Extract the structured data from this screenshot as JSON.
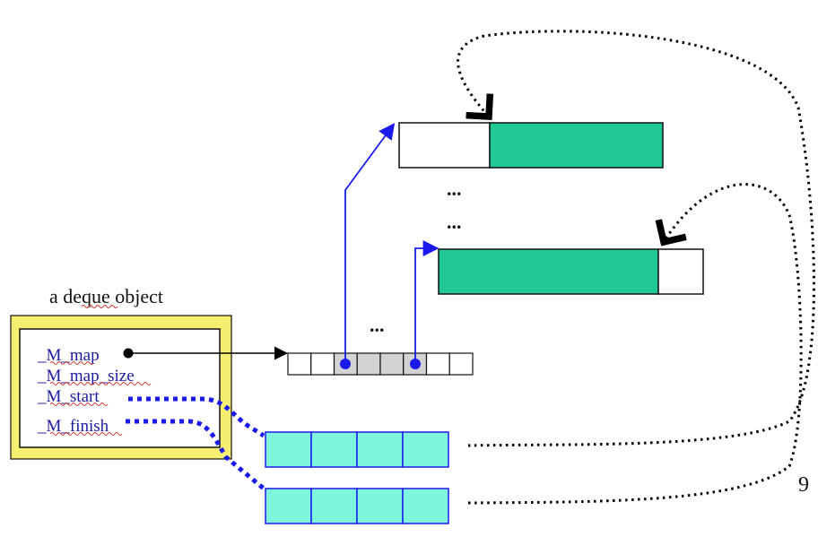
{
  "diagram": {
    "object_label": "a deque object",
    "members": [
      "_M_map",
      "_M_map_size",
      "_M_start",
      "_M_finish"
    ],
    "ellipses": [
      "...",
      "...",
      "..."
    ],
    "page_number": "9"
  },
  "colors": {
    "buffer_fill": "#20c896",
    "iterator_fill": "#7ff5dd",
    "object_border_yellow": "#f5ee70",
    "pointer_blue": "#1a1aee",
    "map_highlight": "#d3d3d3"
  }
}
